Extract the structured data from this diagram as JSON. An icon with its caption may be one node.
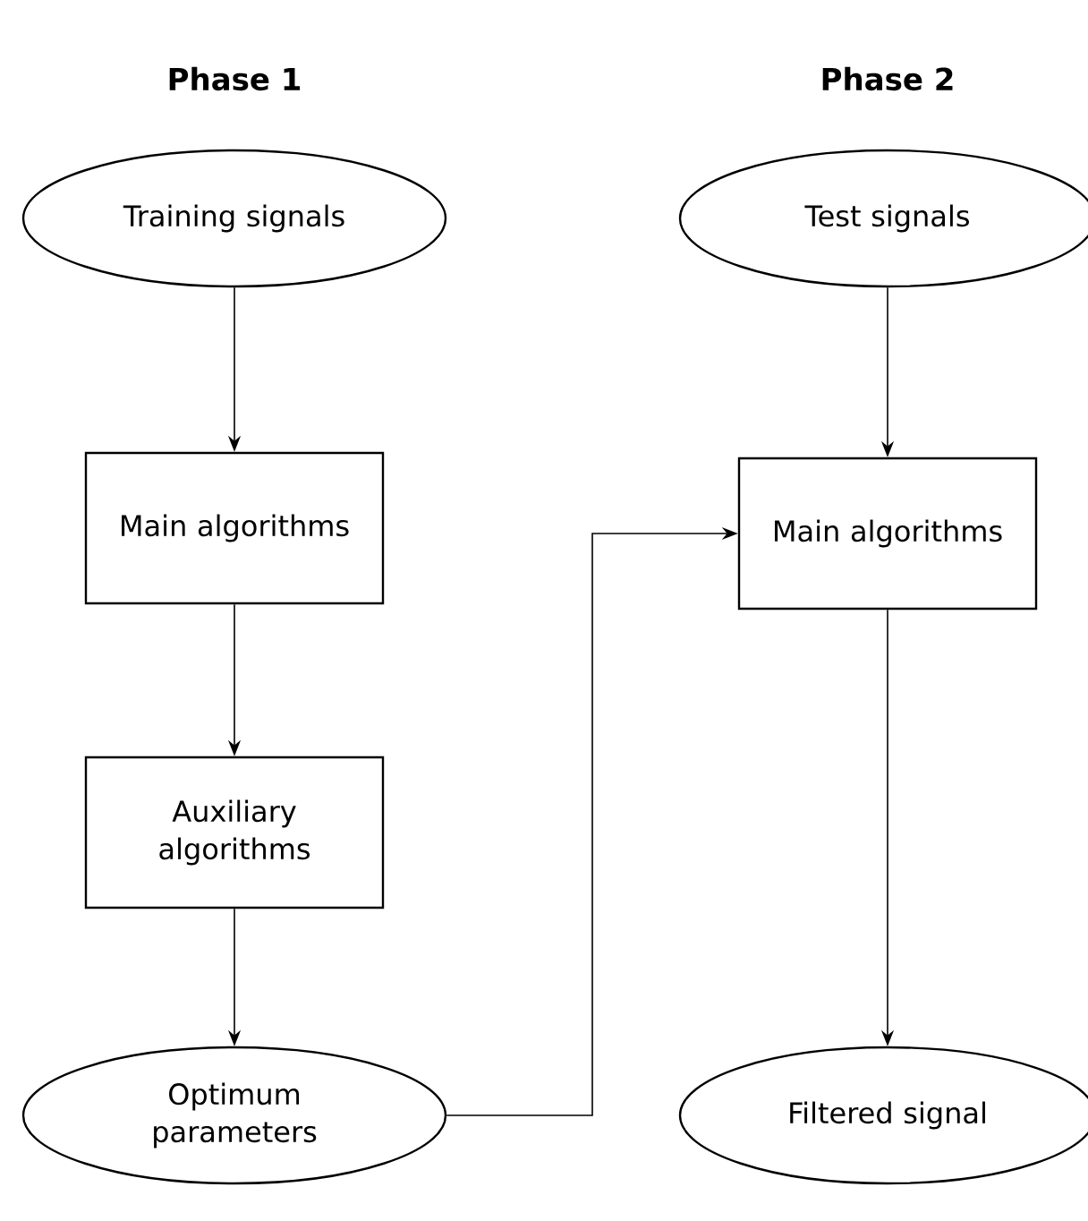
{
  "diagram": {
    "nodes": [
      {
        "text": [
          "Training signals"
        ]
      },
      {
        "text": [
          "Main algorithms"
        ]
      },
      {
        "text": [
          "Auxiliary algorithms"
        ]
      },
      {
        "text": [
          "Optimum parameters"
        ]
      },
      {
        "text": [
          "Test signals"
        ]
      },
      {
        "text": [
          "Main algorithms"
        ]
      },
      {
        "text": [
          "Filtered signal"
        ]
      }
    ],
    "edges": [
      {
        "from": 0,
        "to": 1,
        "arrow": "to"
      },
      {
        "from": 1,
        "to": 2,
        "arrow": "to"
      },
      {
        "from": 2,
        "to": 3,
        "arrow": "to"
      },
      {
        "from": 3,
        "to": 5,
        "arrow": "to"
      },
      {
        "from": 4,
        "to": 5,
        "arrow": "to"
      },
      {
        "from": 5,
        "to": 6,
        "arrow": "to"
      }
    ],
    "labels": [
      "Phase 1",
      "Phase 2"
    ]
  }
}
